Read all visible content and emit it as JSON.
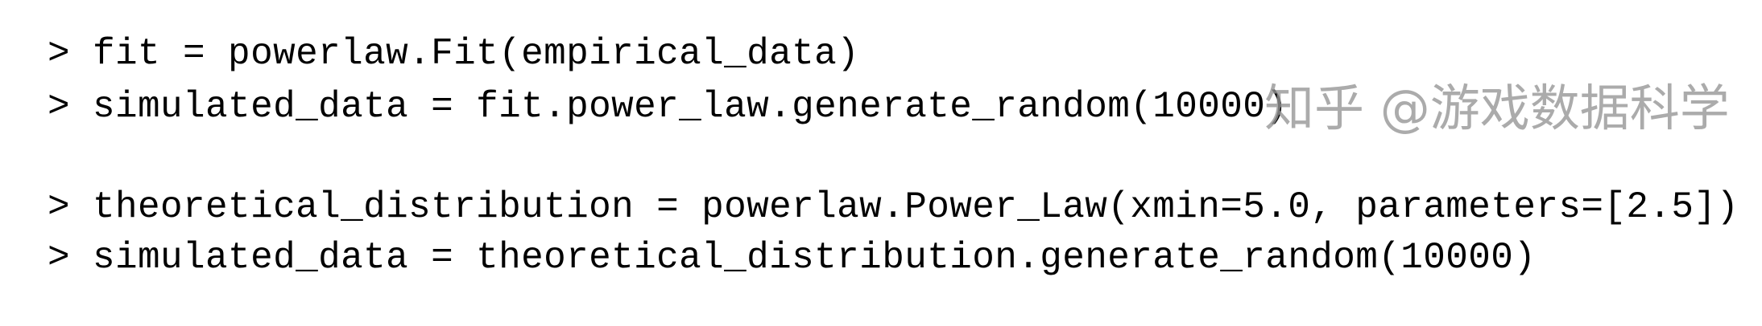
{
  "code_lines": [
    {
      "prompt": ">",
      "code": "fit = powerlaw.Fit(empirical_data)"
    },
    {
      "prompt": ">",
      "code": "simulated_data = fit.power_law.generate_random(10000)"
    },
    {
      "prompt": ">",
      "code": "theoretical_distribution = powerlaw.Power_Law(xmin=5.0, parameters=[2.5])"
    },
    {
      "prompt": ">",
      "code": "simulated_data = theoretical_distribution.generate_random(10000)"
    }
  ],
  "watermark": "知乎 @游戏数据科学"
}
